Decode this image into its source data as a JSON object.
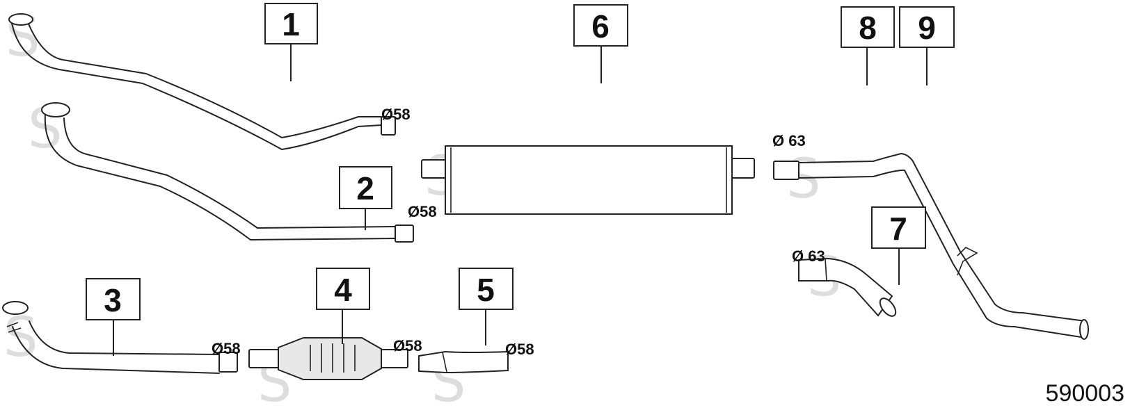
{
  "callouts": {
    "c1": "1",
    "c2": "2",
    "c3": "3",
    "c4": "4",
    "c5": "5",
    "c6": "6",
    "c7": "7",
    "c8": "8",
    "c9": "9"
  },
  "dimensions": {
    "d1": "Ø58",
    "d2": "Ø58",
    "d3": "Ø58",
    "d4": "Ø58",
    "d5": "Ø58",
    "d6": "Ø 63",
    "d7": "Ø 63"
  },
  "diagram_code": "590003",
  "watermark": "S",
  "colors": {
    "line": "#222222",
    "watermark": "#dddddd",
    "background": "#ffffff"
  }
}
